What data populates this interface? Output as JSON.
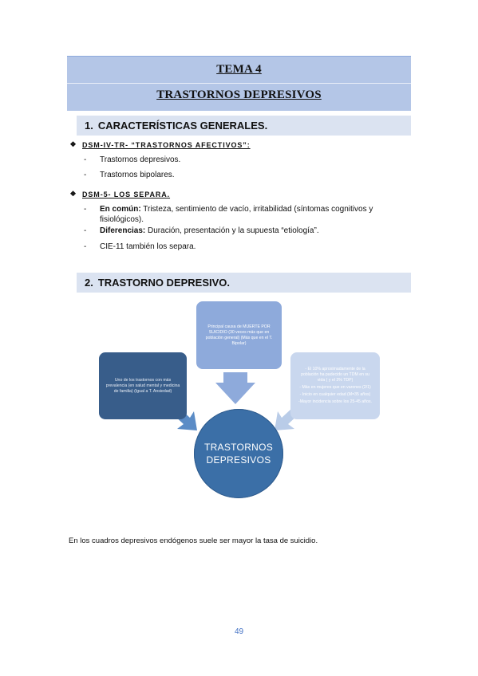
{
  "header": {
    "tema": "TEMA 4",
    "subtitle": "TRASTORNOS DEPRESIVOS"
  },
  "section1": {
    "number": "1.",
    "title": "CARACTERÍSTICAS GENERALES.",
    "bullet1": {
      "label": "DSM-IV-TR- “TRASTORNOS AFECTIVOS”:",
      "items": [
        "Trastornos depresivos.",
        "Trastornos bipolares."
      ]
    },
    "bullet2": {
      "label": "DSM-5- LOS SEPARA.",
      "item1_bold": "En común:",
      "item1_text": " Tristeza, sentimiento de vacío, irritabilidad (síntomas cognitivos y fisiológicos).",
      "item2_bold": "Diferencias:",
      "item2_text": " Duración, presentación y la supuesta “etiología”.",
      "item3": "CIE-11 también los separa."
    }
  },
  "section2": {
    "number": "2.",
    "title": "TRASTORNO DEPRESIVO."
  },
  "diagram": {
    "center": "TRASTORNOS DEPRESIVOS",
    "left": "Uno de los trastornos con más prevalencia (en salud mental y medicina de familia) (Igual a T. Ansiedad)",
    "top": "Principal causa de MUERTE POR SUICIDIO (30 veces más que en población general) (Más que en el T. Bipolar)",
    "right": [
      "- El 10% aproximadamente de la población ha padecido un TDM en su vida ( y el 3% TDP)",
      "- Más en mujeres que en varones (2/1)",
      "- Inicio en cualquier edad (M=35 años)",
      "-Mayor incidencia sobre los 25-45 años."
    ]
  },
  "footer_text": "En los cuadros depresivos endógenos suele ser mayor la tasa de suicidio.",
  "page_number": "49"
}
